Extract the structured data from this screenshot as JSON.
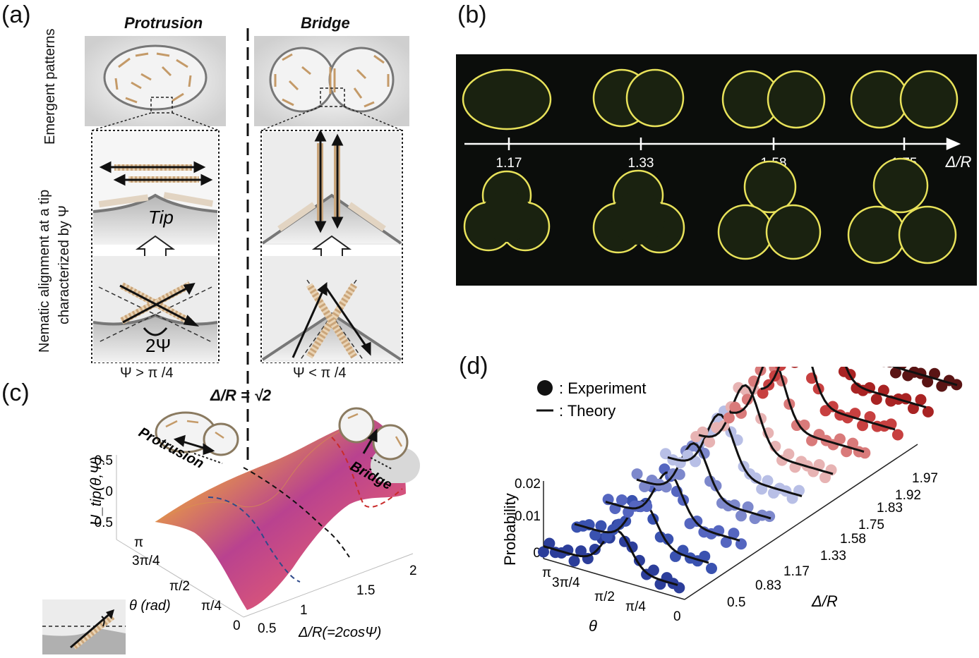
{
  "panels": {
    "a": "(a)",
    "b": "(b)",
    "c": "(c)",
    "d": "(d)"
  },
  "panel_a": {
    "header_left": "Protrusion",
    "header_right": "Bridge",
    "side_label_top": "Emergent patterns",
    "side_label_bottom_1": "Nematic alignment at a tip",
    "side_label_bottom_2": "characterized by Ψ",
    "tip_label": "Tip",
    "angle_label": "2Ψ",
    "caption_left": "Ψ > π /4",
    "caption_right": "Ψ < π /4"
  },
  "panel_b": {
    "ticks": [
      "1.17",
      "1.33",
      "1.58",
      "1.75"
    ],
    "axis_label": "Δ/R",
    "colors": {
      "background": "#0b0d0b",
      "particles": "#e8e25a"
    }
  },
  "panel_c": {
    "top_label": "Δ/R = √2",
    "label_protrusion": "Protrusion",
    "label_bridge": "Bridge",
    "z_ticks": [
      "0.5",
      "0",
      "-0.5"
    ],
    "z_label": "U_tip(θ,Ψ)",
    "theta_ticks": [
      "π",
      "3π/4",
      "π/2",
      "π/4",
      "0"
    ],
    "theta_label": "θ (rad)",
    "x_ticks": [
      "0.5",
      "1",
      "1.5",
      "2"
    ],
    "x_label": "Δ/R(=2cosΨ)"
  },
  "panel_d": {
    "legend_experiment": ": Experiment",
    "legend_theory": ": Theory",
    "z_label": "Probability",
    "z_ticks": [
      "0.02",
      "0.01",
      "0"
    ],
    "theta_ticks": [
      "π",
      "3π/4",
      "π/2",
      "π/4",
      "0"
    ],
    "theta_label": "θ",
    "r_ticks": [
      "1.97",
      "1.92",
      "1.83",
      "1.75",
      "1.58",
      "1.33",
      "1.17",
      "0.83",
      "0.5"
    ],
    "r_label": "Δ/R",
    "series_colors": [
      "#2c3e9a",
      "#3a52b0",
      "#5566c0",
      "#7d88cc",
      "#b8bfe6",
      "#e7b3b3",
      "#d97a7a",
      "#c74040",
      "#a82323",
      "#5a1414"
    ]
  }
}
